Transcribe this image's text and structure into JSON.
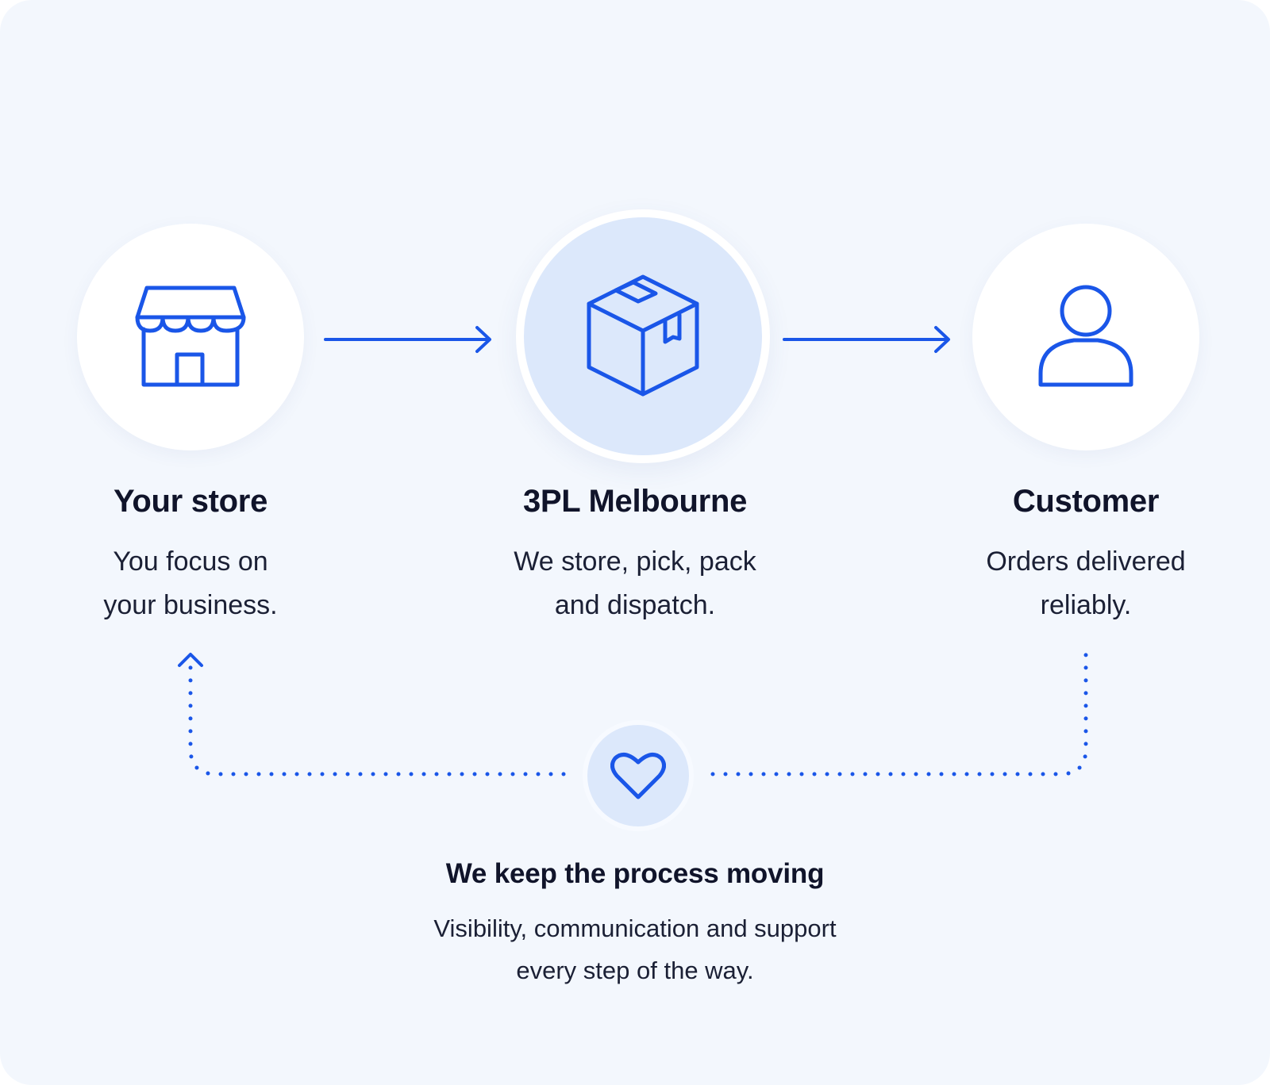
{
  "accent_color": "#1a56e8",
  "steps": [
    {
      "icon": "store-icon",
      "title": "Your store",
      "desc_line1": "You focus on",
      "desc_line2": "your business."
    },
    {
      "icon": "box-icon",
      "title": "3PL Melbourne",
      "desc_line1": "We store, pick, pack",
      "desc_line2": "and dispatch."
    },
    {
      "icon": "user-icon",
      "title": "Customer",
      "desc_line1": "Orders delivered",
      "desc_line2": "reliably."
    }
  ],
  "loop": {
    "icon": "heart-icon",
    "title": "We keep the process moving",
    "desc_line1": "Visibility, communication and support",
    "desc_line2": "every step of the way."
  }
}
